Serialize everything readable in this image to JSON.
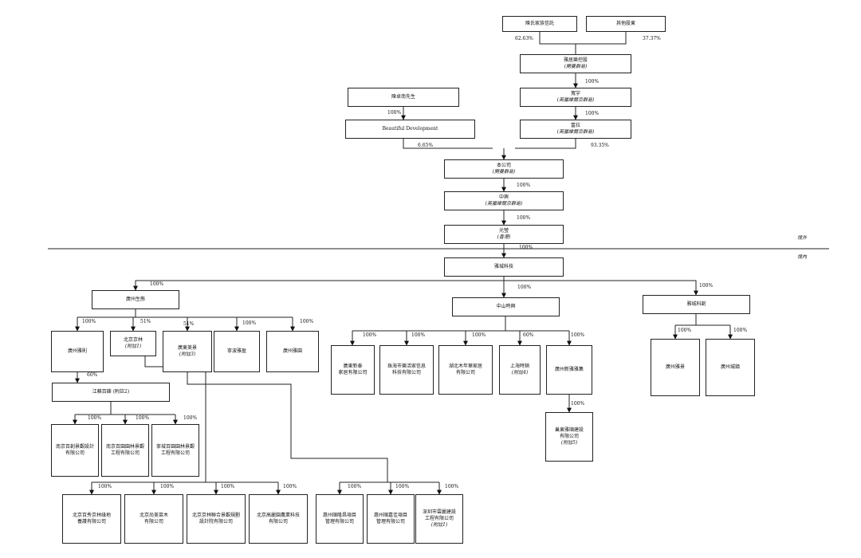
{
  "regions": {
    "offshore": "境外",
    "onshore": "境內"
  },
  "entities": [
    {
      "id": "chen_trust",
      "lines": [
        "陳氏家族信託"
      ]
    },
    {
      "id": "other_holders",
      "lines": [
        "其他股東"
      ]
    },
    {
      "id": "yacheng_holdings",
      "lines": [
        "雅居樂控股"
      ],
      "sub": "(開曼群島)"
    },
    {
      "id": "guangyu",
      "lines": [
        "寬宇"
      ],
      "sub": "(英屬維爾京群島)"
    },
    {
      "id": "chen_mr",
      "lines": [
        "陳卓南先生"
      ]
    },
    {
      "id": "beautiful_dev",
      "lines": [
        "Beautiful Development"
      ]
    },
    {
      "id": "fuli",
      "lines": [
        "富拉"
      ],
      "sub": "(英屬維爾京群島)"
    },
    {
      "id": "company",
      "lines": [
        "本公司"
      ],
      "sub": "(開曼群島)"
    },
    {
      "id": "zhongying",
      "lines": [
        "中興"
      ],
      "sub": "(英屬維爾京群島)"
    },
    {
      "id": "guangying",
      "lines": [
        "光瑩"
      ],
      "sub": "(香港)"
    },
    {
      "id": "yacheng_tech",
      "lines": [
        "雅城科技"
      ]
    },
    {
      "id": "guangzhou_eco",
      "lines": [
        "廣州生態"
      ]
    },
    {
      "id": "zhongshan",
      "lines": [
        "中山時興"
      ]
    },
    {
      "id": "yacheng_tech2",
      "lines": [
        "雅城科創"
      ]
    },
    {
      "id": "guangzhou_ya",
      "lines": [
        "廣州雅則"
      ]
    },
    {
      "id": "beijing_jinglin",
      "lines": [
        "北京京林"
      ],
      "sub": "(附註1)"
    },
    {
      "id": "guangdong_mei",
      "lines": [
        "廣東美景"
      ],
      "sub": "(附註3)"
    },
    {
      "id": "ningbo",
      "lines": [
        "寧波雅盈"
      ]
    },
    {
      "id": "guangzhou_yayuan",
      "lines": [
        "廣州雅園"
      ]
    },
    {
      "id": "jiangsu",
      "lines": [
        "江蘇百鑠 (附註2)"
      ]
    },
    {
      "id": "nanjing_design",
      "lines": [
        "南京百創景觀設計",
        "有限公司"
      ]
    },
    {
      "id": "nanjing_garden",
      "lines": [
        "南京百園園林景觀",
        "工程有限公司"
      ]
    },
    {
      "id": "ningcheng_garden",
      "lines": [
        "寧城百園園林景觀",
        "工程有限公司"
      ]
    },
    {
      "id": "guangdong_xinye",
      "lines": [
        "廣東新泰",
        "家居有限公司"
      ]
    },
    {
      "id": "zhuhai_home",
      "lines": [
        "珠海市樂活家信息",
        "科技有限公司"
      ]
    },
    {
      "id": "hubei_home",
      "lines": [
        "湖北木年華家居",
        "有限公司"
      ]
    },
    {
      "id": "shanghai",
      "lines": [
        "上海時銷"
      ],
      "sub": "(附註4)"
    },
    {
      "id": "guangzhou_xinjun",
      "lines": [
        "廣州新雅雅集"
      ]
    },
    {
      "id": "guangzhou_guangjun",
      "lines": [
        "廣州雅景"
      ]
    },
    {
      "id": "guangzhou_chengzhen",
      "lines": [
        "廣州城鎮"
      ]
    },
    {
      "id": "chaozhou",
      "lines": [
        "巢東雅順建設",
        "有限公司"
      ],
      "sub": "(附註5)"
    },
    {
      "id": "bj_baixiu",
      "lines": [
        "北京百秀京林綠地",
        "養護有限公司"
      ]
    },
    {
      "id": "bj_shangmei",
      "lines": [
        "北京尚美苗木",
        "有限公司"
      ]
    },
    {
      "id": "bj_jinglin_plan",
      "lines": [
        "北京京林聯合景觀規劃",
        "設計院有限公司"
      ]
    },
    {
      "id": "bj_gaoli",
      "lines": [
        "北京高麗園農業科技",
        "有限公司"
      ]
    },
    {
      "id": "huizhou_shunlong",
      "lines": [
        "惠州順隆昌項目",
        "管理有限公司"
      ]
    },
    {
      "id": "huizhou_shunjia",
      "lines": [
        "惠州順嘉佳項目",
        "管理有限公司"
      ]
    },
    {
      "id": "shenzhen_yunxiu",
      "lines": [
        "深圳市雲麗建設",
        "工程有限公司"
      ],
      "sub": "(附註1)"
    }
  ],
  "percentages": [
    {
      "id": "p_trust",
      "text": "62.63%"
    },
    {
      "id": "p_other",
      "text": "37.37%"
    },
    {
      "id": "p_hold_guangyu",
      "text": "100%"
    },
    {
      "id": "p_guangyu_fuli",
      "text": "100%"
    },
    {
      "id": "p_chen_bd",
      "text": "100%"
    },
    {
      "id": "p_bd_company",
      "text": "6.65%"
    },
    {
      "id": "p_fuli_company",
      "text": "93.35%"
    },
    {
      "id": "p_company_zx",
      "text": "100%"
    },
    {
      "id": "p_zx_gy",
      "text": "100%"
    },
    {
      "id": "p_gy_tech",
      "text": "100%"
    },
    {
      "id": "p_tech_eco",
      "text": "100%"
    },
    {
      "id": "p_tech_zs",
      "text": "100%"
    },
    {
      "id": "p_tech_tech2",
      "text": "100%"
    },
    {
      "id": "p_eco_ya",
      "text": "100%"
    },
    {
      "id": "p_eco_jinglin",
      "text": "51%"
    },
    {
      "id": "p_eco_mei",
      "text": "51%"
    },
    {
      "id": "p_eco_ningbo",
      "text": "100%"
    },
    {
      "id": "p_eco_yayuan",
      "text": "100%"
    },
    {
      "id": "p_ya_jiangsu",
      "text": "60%"
    },
    {
      "id": "p_js_nj1",
      "text": "100%"
    },
    {
      "id": "p_js_nj2",
      "text": "100%"
    },
    {
      "id": "p_js_nc",
      "text": "100%"
    },
    {
      "id": "p_zs_1",
      "text": "100%"
    },
    {
      "id": "p_zs_2",
      "text": "100%"
    },
    {
      "id": "p_zs_3",
      "text": "100%"
    },
    {
      "id": "p_zs_4",
      "text": "60%"
    },
    {
      "id": "p_zs_5",
      "text": "100%"
    },
    {
      "id": "p_t2_1",
      "text": "100%"
    },
    {
      "id": "p_t2_2",
      "text": "100%"
    },
    {
      "id": "p_xj_cz",
      "text": "100%"
    },
    {
      "id": "p_jl_1",
      "text": "100%"
    },
    {
      "id": "p_jl_2",
      "text": "100%"
    },
    {
      "id": "p_jl_3",
      "text": "100%"
    },
    {
      "id": "p_jl_4",
      "text": "100%"
    },
    {
      "id": "p_mei_1",
      "text": "100%"
    },
    {
      "id": "p_mei_2",
      "text": "100%"
    },
    {
      "id": "p_mei_3",
      "text": "100%"
    }
  ]
}
